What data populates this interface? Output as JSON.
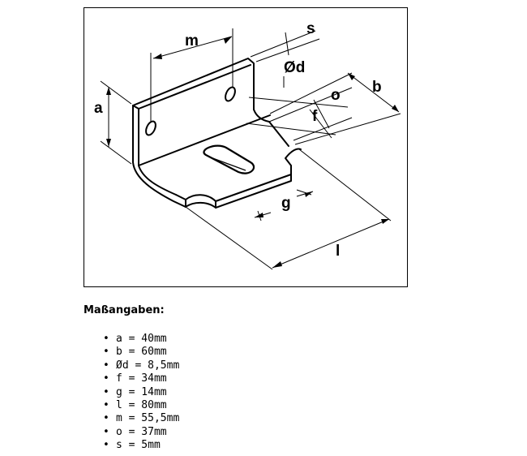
{
  "drawing": {
    "labels": {
      "a": "a",
      "b": "b",
      "d": "Ød",
      "f": "f",
      "g": "g",
      "l": "l",
      "m": "m",
      "o": "o",
      "s": "s"
    }
  },
  "spec": {
    "heading": "Maßangaben:",
    "items": [
      "a = 40mm",
      "b = 60mm",
      "Ød = 8,5mm",
      "f = 34mm",
      "g = 14mm",
      "l = 80mm",
      "m = 55,5mm",
      "o = 37mm",
      "s = 5mm"
    ]
  }
}
